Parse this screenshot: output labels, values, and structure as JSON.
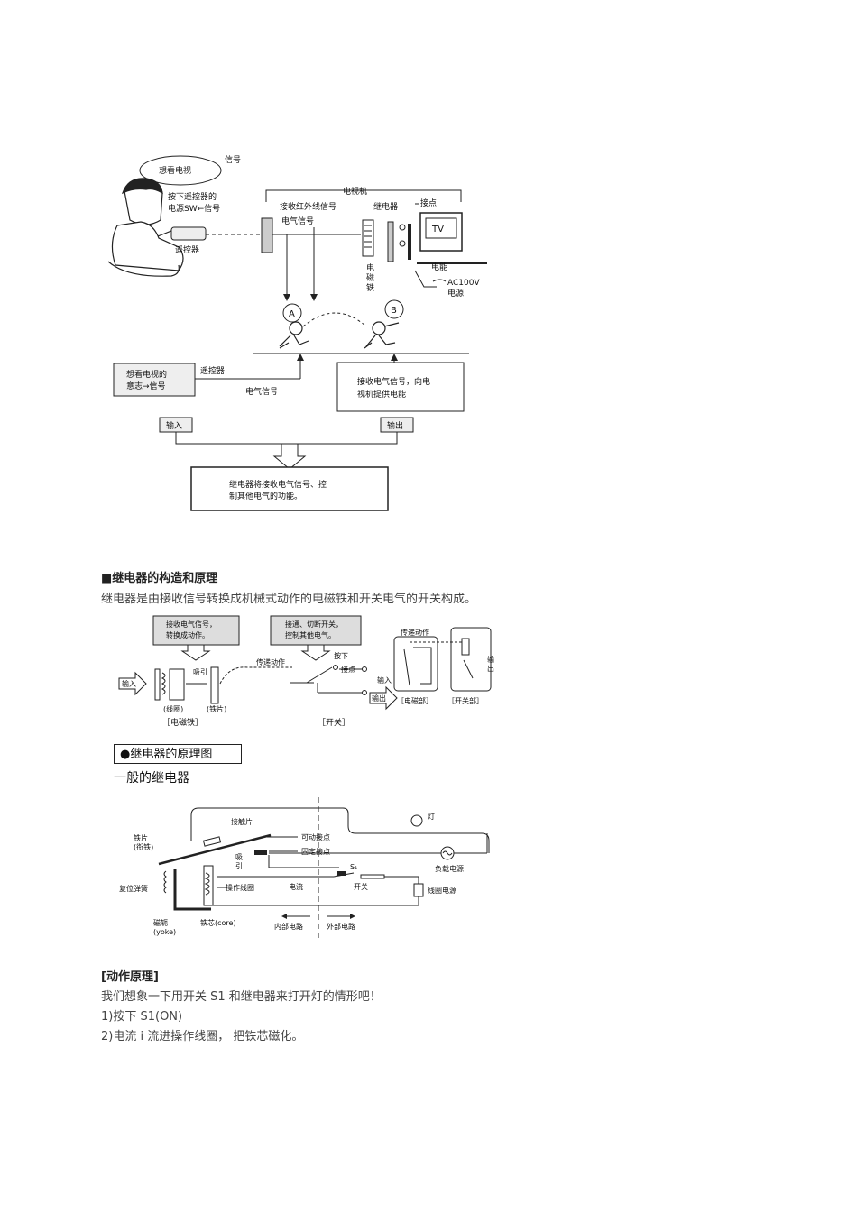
{
  "fig1": {
    "thought": "想看电视",
    "signal_top": "信号",
    "press_caption_1": "按下遥控器的",
    "press_caption_2": "电源SW←信号",
    "remote": "遥控器",
    "tv_set": "电视机",
    "receive_ir": "接收红外线信号",
    "elec_signal": "电气信号",
    "relay": "继电器",
    "contact": "接点",
    "tv": "TV",
    "electromagnet": "电磁铁",
    "power_line": "电能",
    "ac": "AC100V",
    "power_source": "电源",
    "runner_a": "A",
    "runner_b": "B",
    "intent_box_1": "想看电视的",
    "intent_box_2": "意志→信号",
    "remote_label": "遥控器",
    "elec_signal_bottom": "电气信号",
    "receive_box_1": "接收电气信号，向电",
    "receive_box_2": "视机提供电能",
    "input_tag": "输入",
    "output_tag": "输出",
    "summary_1": "继电器将接收电气信号、控",
    "summary_2": "制其他电气的功能。"
  },
  "section": {
    "heading": "■继电器的构造和原理",
    "intro": "继电器是由接收信号转换成机械式动作的电磁铁和开关电气的开关构成。"
  },
  "fig2": {
    "box1_1": "接收电气信号，",
    "box1_2": "转换成动作。",
    "box2_1": "接通、切断开关，",
    "box2_2": "控制其他电气。",
    "input": "输入",
    "attract": "吸引",
    "transmit": "传递动作",
    "press": "按下",
    "contact": "接点",
    "coil": "(线圈)",
    "iron": "(铁片)",
    "electromagnet_bracket": "［电磁铁］",
    "switch_bracket": "［开关］",
    "transmit2": "传递动作",
    "right_input": "输入",
    "right_output": "输出",
    "right_output_side": "输出",
    "em_part": "［电磁部］",
    "sw_part": "［开关部］"
  },
  "legend": "●继电器的原理图",
  "general_relay": "一般的继电器",
  "fig3": {
    "contact_piece": "接触片",
    "lamp": "灯",
    "iron_piece_1": "铁片",
    "iron_piece_2": "(衔铁)",
    "movable_contact": "可动接点",
    "fixed_contact": "固定接点",
    "attract_1": "吸",
    "attract_2": "引",
    "s1": "S₁",
    "load_power": "负载电源",
    "reset_spring": "复位弹簧",
    "operating_coil": "操作线圈",
    "current": "电流",
    "switch": "开关",
    "coil_power": "线圈电源",
    "yoke_1": "磁轭",
    "yoke_2": "(yoke)",
    "core": "铁芯(core)",
    "inner_circuit": "内部电路",
    "outer_circuit": "外部电路"
  },
  "action": {
    "heading": "[动作原理]",
    "line1": "我们想象一下用开关 S1 和继电器来打开灯的情形吧！",
    "line2": "1)按下 S1(ON)",
    "line3": "2)电流 i 流进操作线圈， 把铁芯磁化。"
  }
}
